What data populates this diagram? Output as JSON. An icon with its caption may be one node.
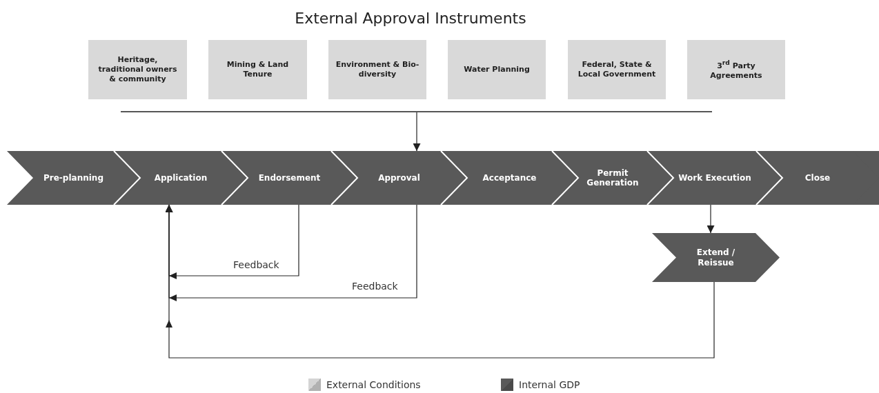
{
  "diagram": {
    "title": "External Approval Instruments",
    "nodes": [
      {
        "text": [
          "Heritage, traditional owners & community"
        ]
      },
      {
        "text": [
          "Mining & Land Tenure"
        ]
      },
      {
        "text": [
          "Environment & Bio-diversity"
        ]
      },
      {
        "text": [
          "Water Planning"
        ]
      },
      {
        "text": [
          "Federal, State & Local Government"
        ]
      },
      {
        "text": [
          "3$^{rd}$ Party Agreements"
        ]
      },
      {
        "text": [],
        "shape": "bar"
      },
      {
        "text": [
          "Pre-planning"
        ]
      },
      {
        "text": [
          "Application"
        ]
      },
      {
        "text": [
          "Endorsement"
        ]
      },
      {
        "text": [
          "Approval"
        ]
      },
      {
        "text": [
          "Acceptance"
        ]
      },
      {
        "text": [
          "Permit Generation"
        ]
      },
      {
        "text": [
          "Work Execution"
        ]
      },
      {
        "text": [
          "Close"
        ]
      },
      {
        "text": [
          "Extend / Reissue"
        ]
      }
    ],
    "edges": [
      {
        "from": 6,
        "to": 10,
        "arrow": "to"
      },
      {
        "from": 9,
        "to": 8,
        "arrow": "to",
        "label": "Feedback"
      },
      {
        "from": 10,
        "to": 8,
        "arrow": "to",
        "label": "Feedback"
      },
      {
        "from": 13,
        "to": 15,
        "arrow": "to"
      },
      {
        "from": 15,
        "to": 8,
        "arrow": "to"
      }
    ],
    "legend": [
      {
        "text": "External Conditions",
        "color": "#d4d4d4"
      },
      {
        "text": "Internal GDP",
        "color": "#595959"
      }
    ]
  }
}
